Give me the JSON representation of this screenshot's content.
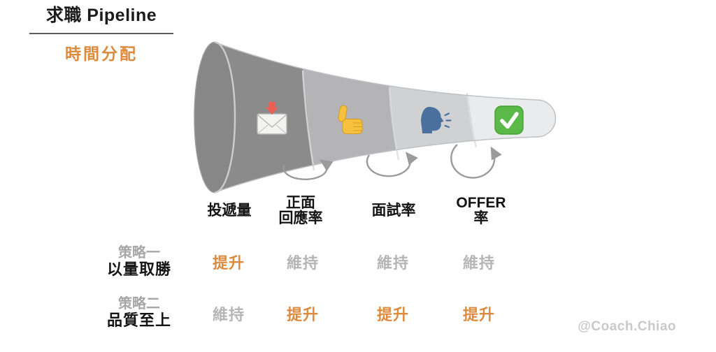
{
  "header": {
    "title": "求職 Pipeline",
    "subtitle": "時間分配"
  },
  "stages": [
    {
      "label": "投遞量",
      "icon": "inbox-envelope-icon"
    },
    {
      "label": "正面\n回應率",
      "icon": "thumbs-up-icon"
    },
    {
      "label": "面試率",
      "icon": "speaking-head-icon"
    },
    {
      "label": "OFFER\n率",
      "icon": "check-mark-icon"
    }
  ],
  "strategies": [
    {
      "name": "策略一",
      "focus": "以量取勝",
      "values": [
        "提升",
        "維持",
        "維持",
        "維持"
      ],
      "emphasis": [
        true,
        false,
        false,
        false
      ]
    },
    {
      "name": "策略二",
      "focus": "品質至上",
      "values": [
        "維持",
        "提升",
        "提升",
        "提升"
      ],
      "emphasis": [
        false,
        true,
        true,
        true
      ]
    }
  ],
  "watermark": "@Coach.Chiao",
  "colors": {
    "accent_orange": "#de8a3c",
    "muted_gray": "#b5b5b5",
    "arrow_gray": "#9b9b9b",
    "funnel_segments": [
      "#8B8B8B",
      "#B4B4B6",
      "#CFD1D3",
      "#EAEBEC"
    ]
  }
}
